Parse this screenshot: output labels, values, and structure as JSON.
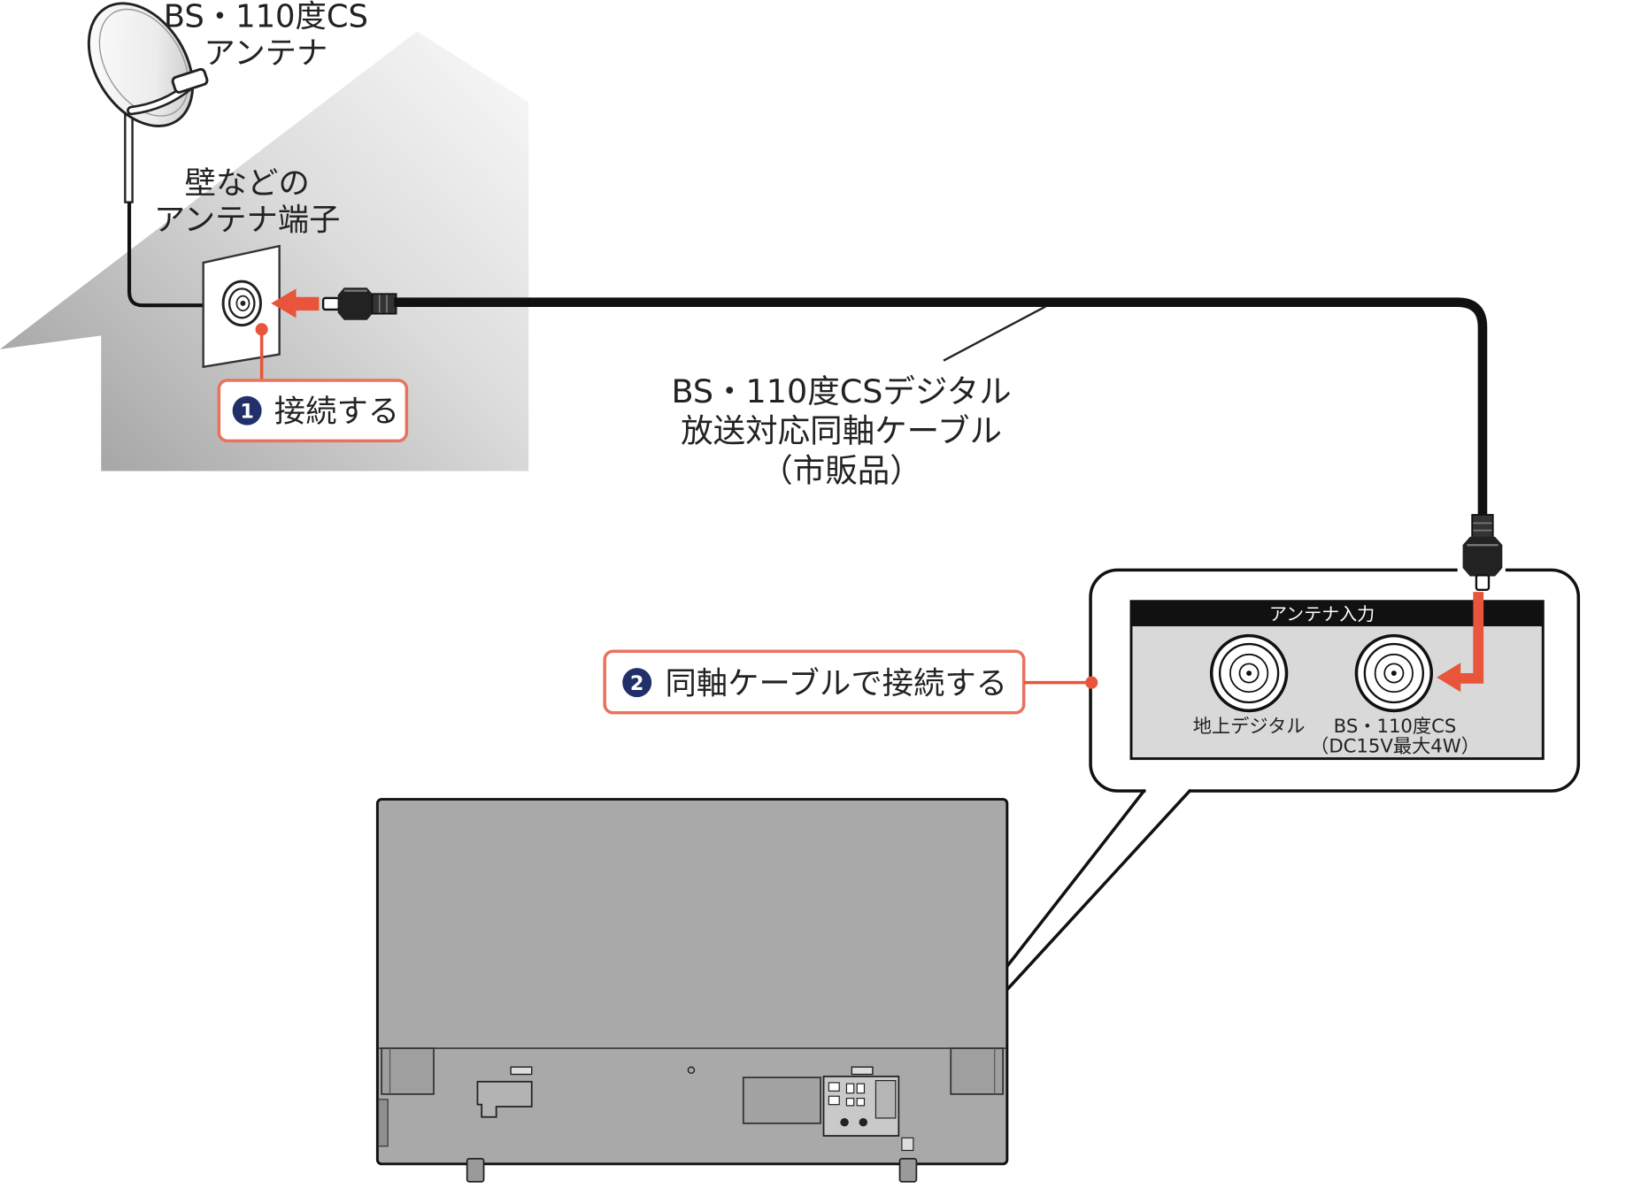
{
  "antenna": {
    "label_line1": "BS・110度CS",
    "label_line2": "アンテナ"
  },
  "wall_terminal": {
    "label_line1": "壁などの",
    "label_line2": "アンテナ端子"
  },
  "step1": {
    "number": "1",
    "label": "接続する"
  },
  "cable": {
    "line1": "BS・110度CSデジタル",
    "line2": "放送対応同軸ケーブル",
    "line3": "（市販品）"
  },
  "step2": {
    "number": "2",
    "label": "同軸ケーブルで接続する"
  },
  "antenna_input_panel": {
    "title": "アンテナ入力",
    "terrestrial_label": "地上デジタル",
    "bs_cs_label_line1": "BS・110度CS",
    "bs_cs_label_line2": "（DC15V最大4W）"
  },
  "colors": {
    "accent_red": "#e8553a",
    "badge_border": "#e8735d",
    "badge_navy": "#22306a",
    "tv_body": "#a9a9a9",
    "panel_gray": "#d9d9d9"
  }
}
